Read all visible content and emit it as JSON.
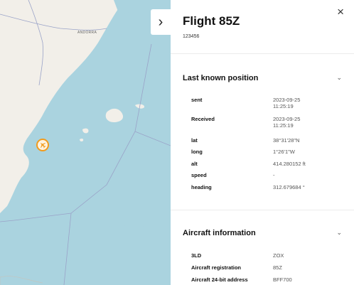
{
  "map": {
    "place_label": "ANDORRA",
    "colors": {
      "sea": "#aad3df",
      "land": "#f2efe9",
      "boundary": "#9aa3c8",
      "marker": "#f29b1d"
    }
  },
  "panel": {
    "expand_icon": "chevron-right-icon",
    "close_label": "×",
    "title": "Flight 85Z",
    "subtitle": "123456",
    "position": {
      "heading": "Last known position",
      "rows": [
        {
          "key": "sent",
          "value": "2023-09-25\n11:25:19"
        },
        {
          "key": "Received",
          "value": "2023-09-25\n11:25:19"
        },
        {
          "key": "lat",
          "value": "38°31'28\"N"
        },
        {
          "key": "long",
          "value": "1°26'1\"W"
        },
        {
          "key": "alt",
          "value": "414.280152 ft"
        },
        {
          "key": "speed",
          "value": "-"
        },
        {
          "key": "heading",
          "value": "312.679684 °"
        }
      ]
    },
    "aircraft": {
      "heading": "Aircraft information",
      "rows": [
        {
          "key": "3LD",
          "value": "ZOX"
        },
        {
          "key": "Aircraft registration",
          "value": "85Z"
        },
        {
          "key": "Aircraft 24-bit address",
          "value": "BFF700"
        }
      ]
    }
  }
}
